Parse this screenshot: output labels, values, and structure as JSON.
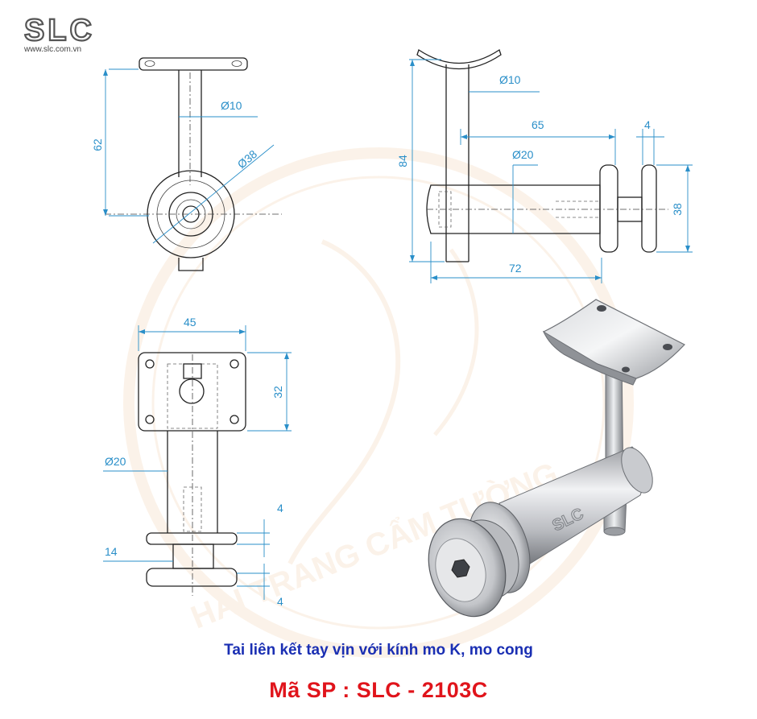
{
  "logo": {
    "brand": "SLC",
    "website": "www.slc.com.vn"
  },
  "watermark": "HẢI TRANG CẨM TƯỜNG",
  "dimensions": {
    "side_height": "62",
    "side_tube_diameter": "Ø10",
    "side_disc_diameter": "Ø38",
    "front_tube_diameter": "Ø10",
    "front_length": "65",
    "front_thickness": "4",
    "front_bolt_diameter": "Ø20",
    "front_height": "84",
    "front_disc_height": "38",
    "front_total_length": "72",
    "top_width": "45",
    "top_depth": "32",
    "top_bolt_diameter": "Ø20",
    "top_gap": "14",
    "top_thickness_1": "4",
    "top_thickness_2": "4"
  },
  "render_label": "SLC",
  "product": {
    "description": "Tai liên kết tay vịn với kính mo K, mo cong",
    "code": "Mã SP : SLC - 2103C"
  },
  "colors": {
    "dimension": "#2a8fc9",
    "description": "#1a2fb3",
    "code": "#e0141b",
    "logo": "#555555"
  }
}
